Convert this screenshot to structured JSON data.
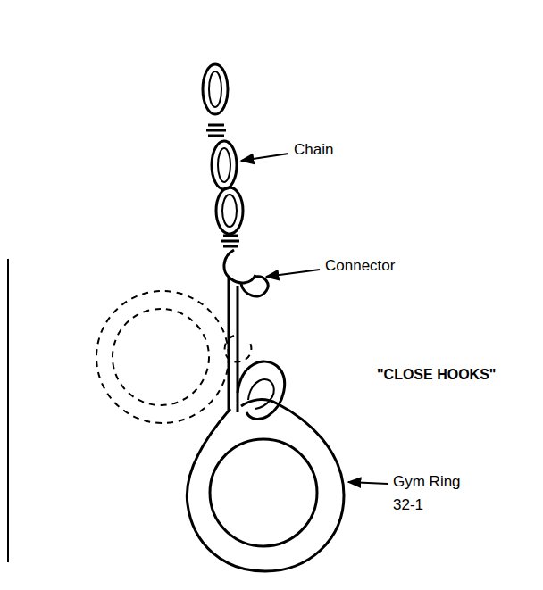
{
  "diagram": {
    "labels": [
      "Chain",
      "Connector",
      "\"CLOSE HOOKS\"",
      "Gym Ring",
      "32-1"
    ]
  }
}
